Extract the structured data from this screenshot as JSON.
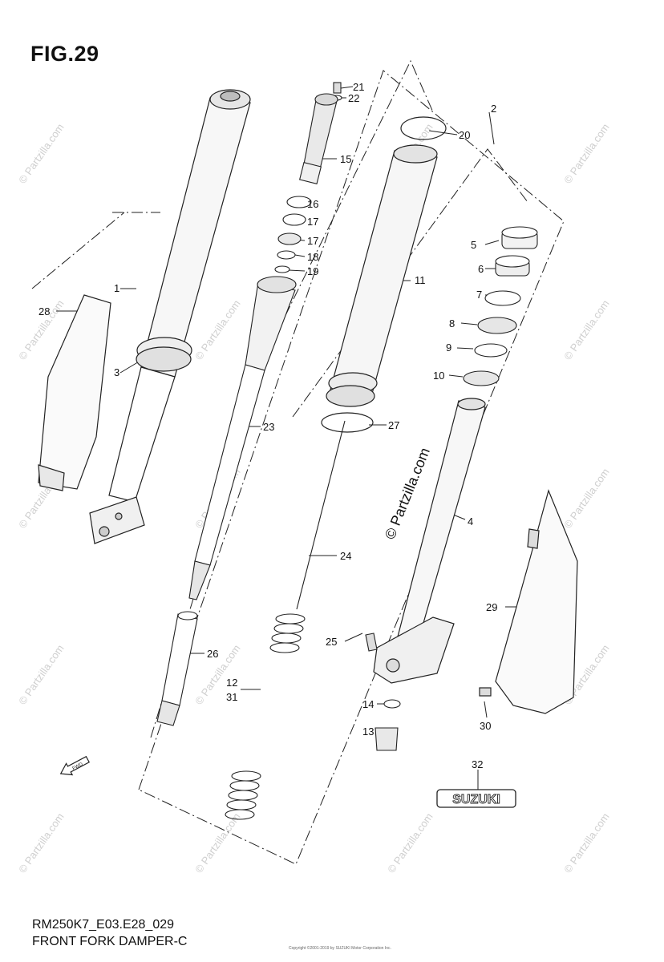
{
  "figure": {
    "title": "FIG.29",
    "model_code": "RM250K7_E03.E28_029",
    "section_name": "FRONT FORK DAMPER-C",
    "copyright": "Copyright ©2001-2019 by SUZUKI Motor Corporation Inc.",
    "watermark_text": "© Partzilla.com",
    "fwd_label": "FWD",
    "brand_emblem": "SUZUKI"
  },
  "callouts": [
    {
      "id": "1",
      "label": "1"
    },
    {
      "id": "2",
      "label": "2"
    },
    {
      "id": "3",
      "label": "3"
    },
    {
      "id": "4",
      "label": "4"
    },
    {
      "id": "5",
      "label": "5"
    },
    {
      "id": "6",
      "label": "6"
    },
    {
      "id": "7",
      "label": "7"
    },
    {
      "id": "8",
      "label": "8"
    },
    {
      "id": "9",
      "label": "9"
    },
    {
      "id": "10",
      "label": "10"
    },
    {
      "id": "11",
      "label": "11"
    },
    {
      "id": "12",
      "label": "12"
    },
    {
      "id": "13",
      "label": "13"
    },
    {
      "id": "14",
      "label": "14"
    },
    {
      "id": "15",
      "label": "15"
    },
    {
      "id": "16",
      "label": "16"
    },
    {
      "id": "17a",
      "label": "17"
    },
    {
      "id": "17b",
      "label": "17"
    },
    {
      "id": "18",
      "label": "18"
    },
    {
      "id": "19",
      "label": "19"
    },
    {
      "id": "20",
      "label": "20"
    },
    {
      "id": "21",
      "label": "21"
    },
    {
      "id": "22",
      "label": "22"
    },
    {
      "id": "23",
      "label": "23"
    },
    {
      "id": "24",
      "label": "24"
    },
    {
      "id": "25",
      "label": "25"
    },
    {
      "id": "26",
      "label": "26"
    },
    {
      "id": "27",
      "label": "27"
    },
    {
      "id": "28",
      "label": "28"
    },
    {
      "id": "29",
      "label": "29"
    },
    {
      "id": "30",
      "label": "30"
    },
    {
      "id": "31",
      "label": "31"
    },
    {
      "id": "32",
      "label": "32"
    }
  ]
}
